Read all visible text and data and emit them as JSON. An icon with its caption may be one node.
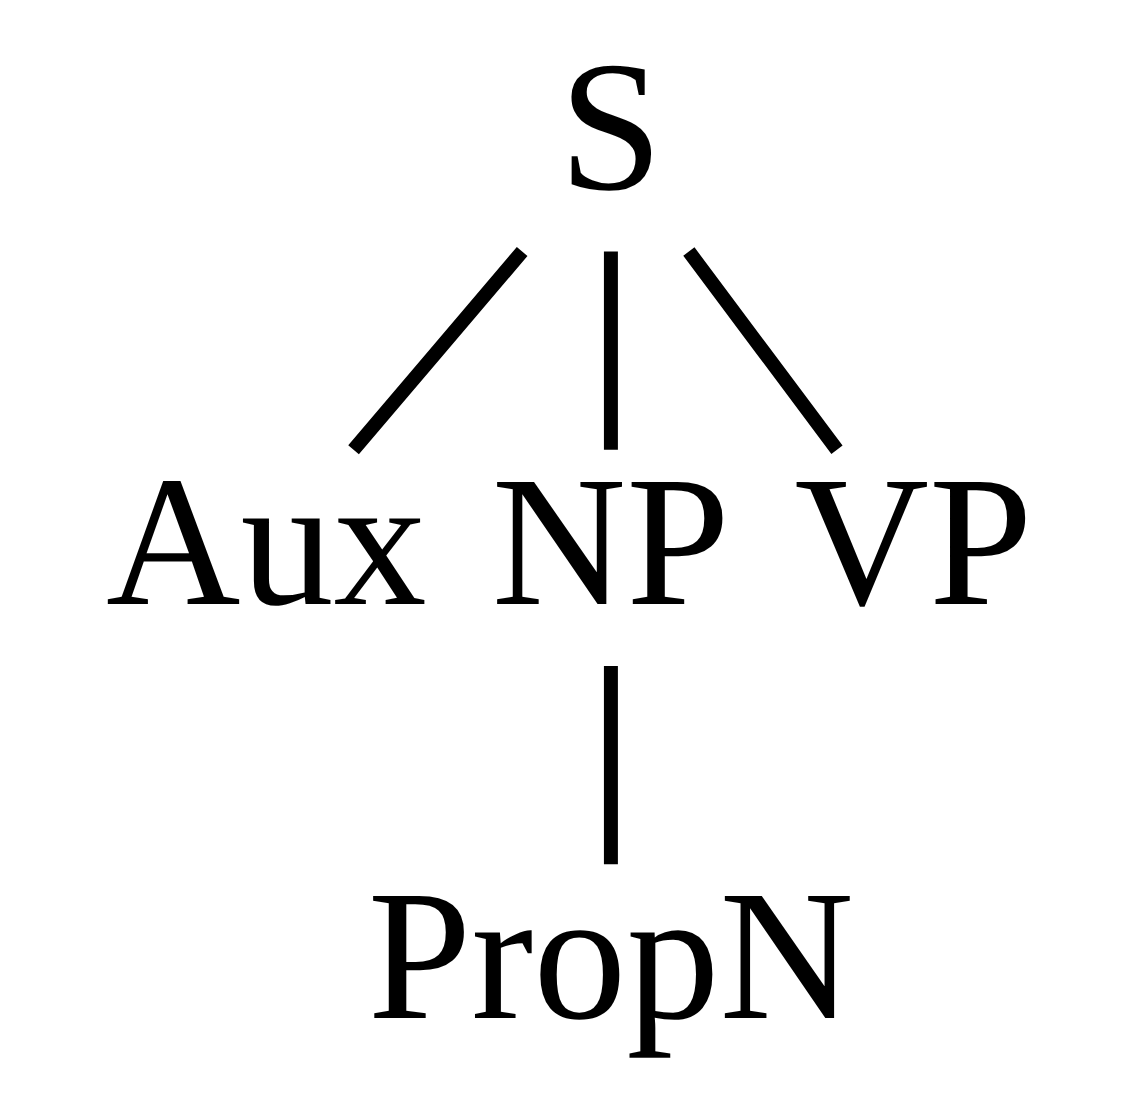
{
  "diagram": {
    "nodes": [
      {
        "text": [
          "S"
        ]
      },
      {
        "text": [
          "Aux"
        ]
      },
      {
        "text": [
          "NP"
        ]
      },
      {
        "text": [
          "VP"
        ]
      },
      {
        "text": [
          "PropN"
        ]
      }
    ],
    "edges": [
      {
        "from": 0,
        "to": 1,
        "arrow": "none"
      },
      {
        "from": 0,
        "to": 2,
        "arrow": "none"
      },
      {
        "from": 0,
        "to": 3,
        "arrow": "none"
      },
      {
        "from": 2,
        "to": 4,
        "arrow": "none"
      }
    ]
  }
}
